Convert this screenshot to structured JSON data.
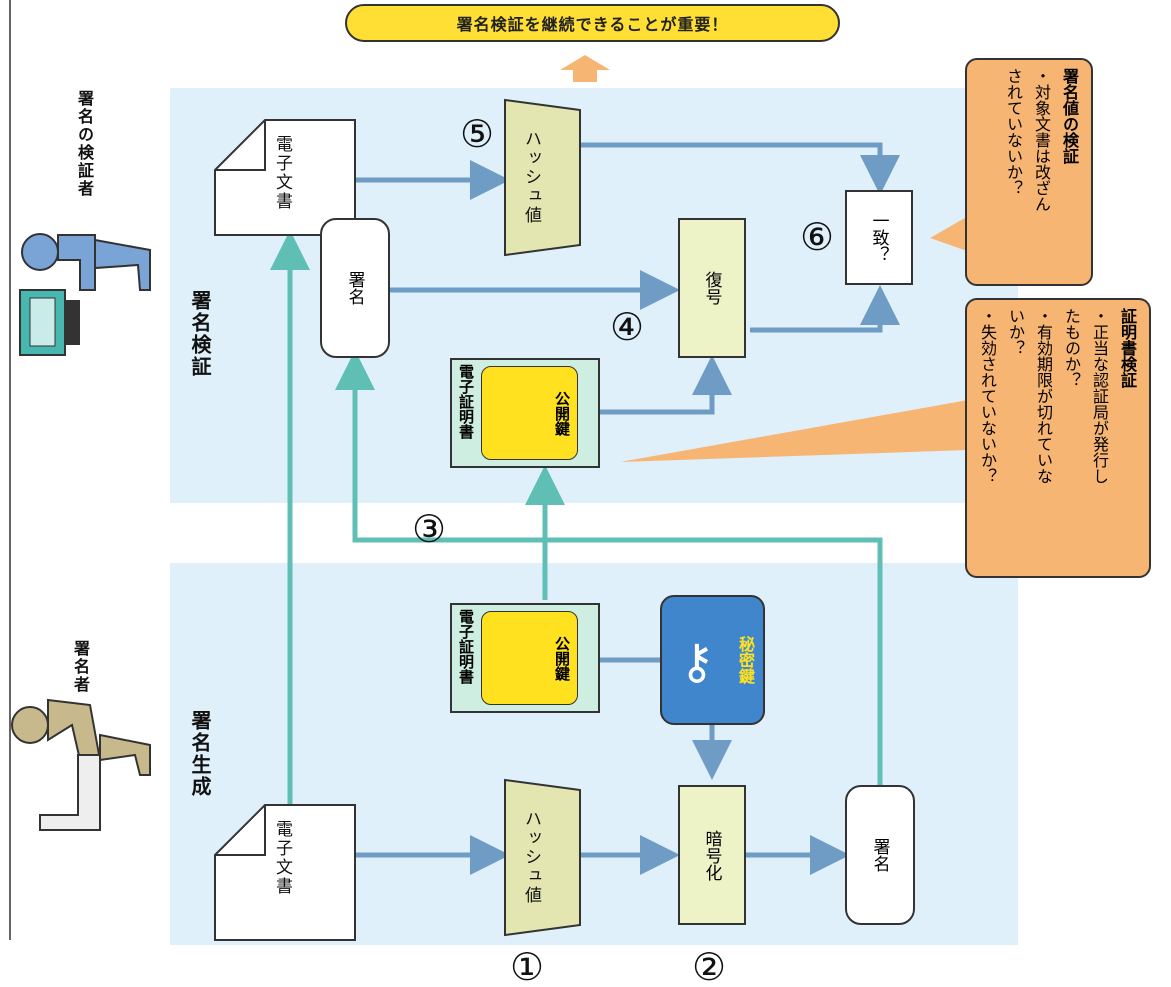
{
  "banner": {
    "text": "署名検証を継続できることが重要！"
  },
  "sections": {
    "verify_label": "署名検証",
    "generate_label": "署名生成"
  },
  "roles": {
    "verifier": "署名の検証者",
    "signer": "署名者"
  },
  "verify": {
    "doc": "電子文書",
    "sig": "署名",
    "hash": "ハッシュ値",
    "decrypt": "復号",
    "match": "一致？",
    "cert_title": "電子証明書",
    "cert_key": "公開鍵"
  },
  "generate": {
    "doc": "電子文書",
    "hash": "ハッシュ値",
    "encrypt": "暗号化",
    "sig": "署名",
    "cert_title": "電子証明書",
    "cert_key": "公開鍵",
    "private_key": "秘密鍵"
  },
  "steps": [
    "①",
    "②",
    "③",
    "④",
    "⑤",
    "⑥"
  ],
  "callout_sig": {
    "title": "署名値の検証",
    "lines": [
      "・対象文書は改ざん",
      "されていないか？"
    ]
  },
  "callout_cert": {
    "title": "証明書検証",
    "lines": [
      "・正当な認証局が発行し",
      "たものか？",
      "・有効期限が切れていな",
      "いか？",
      "・失効されていないか？"
    ]
  },
  "colors": {
    "panel": "#dff0fb",
    "arrow_blue": "#6f9cc4",
    "arrow_teal": "#5fbfb5",
    "hash_fill": "#e3e6b1",
    "op_fill": "#eef3c7",
    "cert_fill": "#cdeee0",
    "key_yellow": "#ffe11f",
    "private_key": "#3f86cc",
    "callout": "#f7b574",
    "banner": "#ffdf33"
  }
}
